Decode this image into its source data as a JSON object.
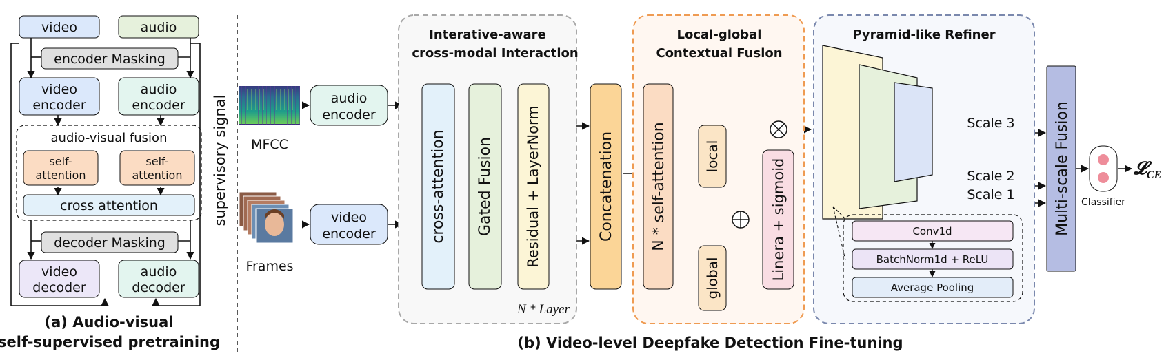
{
  "panel_a": {
    "video": "video",
    "audio": "audio",
    "encoder_masking": "encoder Masking",
    "video_encoder": [
      "video",
      "encoder"
    ],
    "audio_encoder": [
      "audio",
      "encoder"
    ],
    "fusion_title": "audio-visual fusion",
    "self_attention_1": [
      "self-",
      "attention"
    ],
    "self_attention_2": [
      "self-",
      "attention"
    ],
    "cross_attention": "cross attention",
    "decoder_masking": "decoder Masking",
    "video_decoder": [
      "video",
      "decoder"
    ],
    "audio_decoder": [
      "audio",
      "decoder"
    ],
    "caption": [
      "(a) Audio-visual",
      "self-supervised pretraining"
    ]
  },
  "supervisory_signal": "supervisory signal",
  "inputs": {
    "mfcc_label": "MFCC",
    "frames_label": "Frames",
    "audio_encoder": [
      "audio",
      "encoder"
    ],
    "video_encoder": [
      "video",
      "encoder"
    ]
  },
  "interaction": {
    "title": [
      "Interative-aware",
      "cross-modal Interaction"
    ],
    "cross_attention": "cross-attention",
    "gated_fusion": "Gated Fusion",
    "residual": "Residual + LayerNorm",
    "layer_note": "N * Layer"
  },
  "concatenation": "Concatenation",
  "local_global": {
    "title": [
      "Local-global",
      "Contextual Fusion"
    ],
    "self_attention": "N * self-attention",
    "local": "local",
    "global": "global",
    "linear_sigmoid": "Linera + sigmoid"
  },
  "pyramid": {
    "title": "Pyramid-like Refiner",
    "scale3": "Scale 3",
    "scale2": "Scale 2",
    "scale1": "Scale 1",
    "conv1d": "Conv1d",
    "batchnorm": "BatchNorm1d + ReLU",
    "pooling": "Average Pooling"
  },
  "multiscale_fusion": "Multi-scale Fusion",
  "classifier": "Classifier",
  "loss": "𝓛",
  "loss_sub": "CE",
  "caption_b": "(b) Video-level Deepfake Detection Fine-tuning",
  "colors": {
    "blue": "#dbe8fb",
    "green": "#e6f1dc",
    "teal": "#e3f5ef",
    "lavender": "#ece7f8",
    "peach": "#fbdcc3",
    "orange": "#fbd597",
    "yellow": "#fcf5d6",
    "pink": "#f9dde3",
    "navy": "#b5bde3",
    "gray": "#e0e0e0"
  }
}
